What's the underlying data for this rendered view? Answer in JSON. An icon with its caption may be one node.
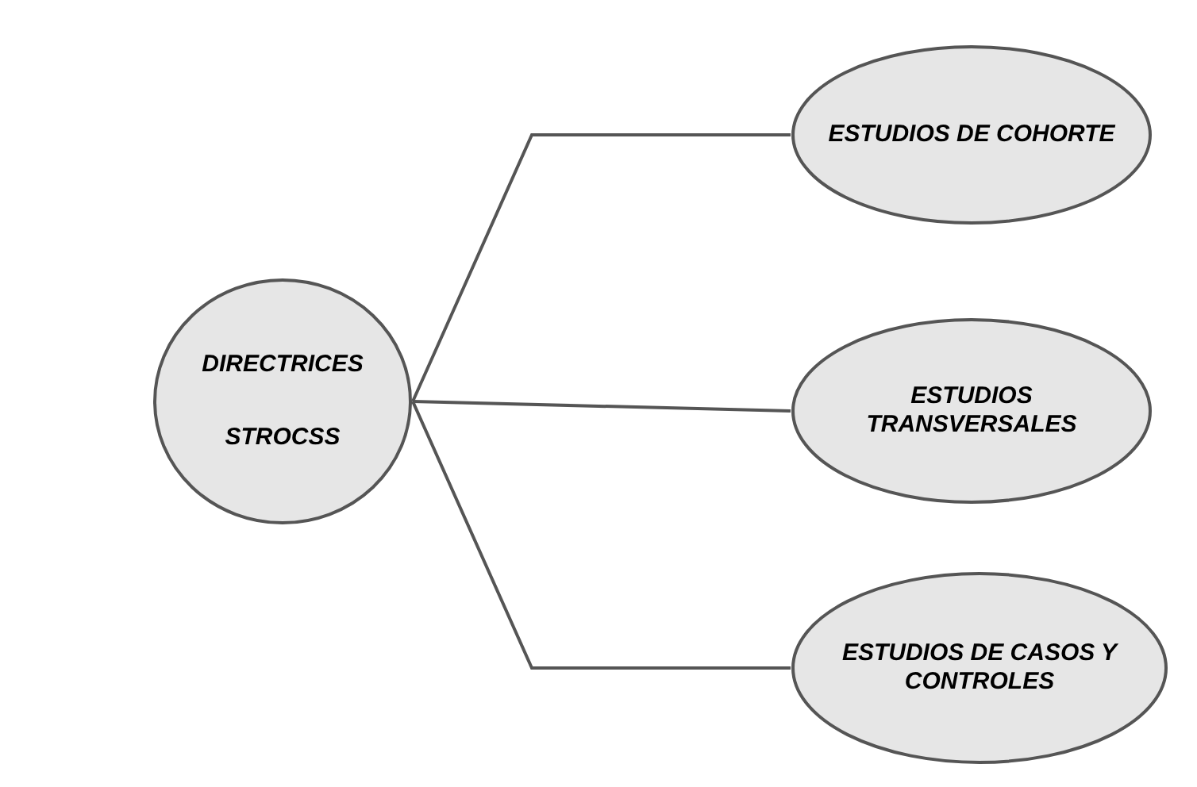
{
  "diagram": {
    "nodes": [
      {
        "text": [
          "DIRECTRICES",
          "STROCSS"
        ]
      },
      {
        "text": [
          "ESTUDIOS DE COHORTE"
        ]
      },
      {
        "text": [
          "ESTUDIOS TRANSVERSALES"
        ]
      },
      {
        "text": [
          "ESTUDIOS DE CASOS Y CONTROLES"
        ]
      }
    ],
    "edges": [
      {
        "from": 0,
        "to": 1,
        "arrow": "none"
      },
      {
        "from": 0,
        "to": 2,
        "arrow": "none"
      },
      {
        "from": 0,
        "to": 3,
        "arrow": "none"
      }
    ]
  }
}
